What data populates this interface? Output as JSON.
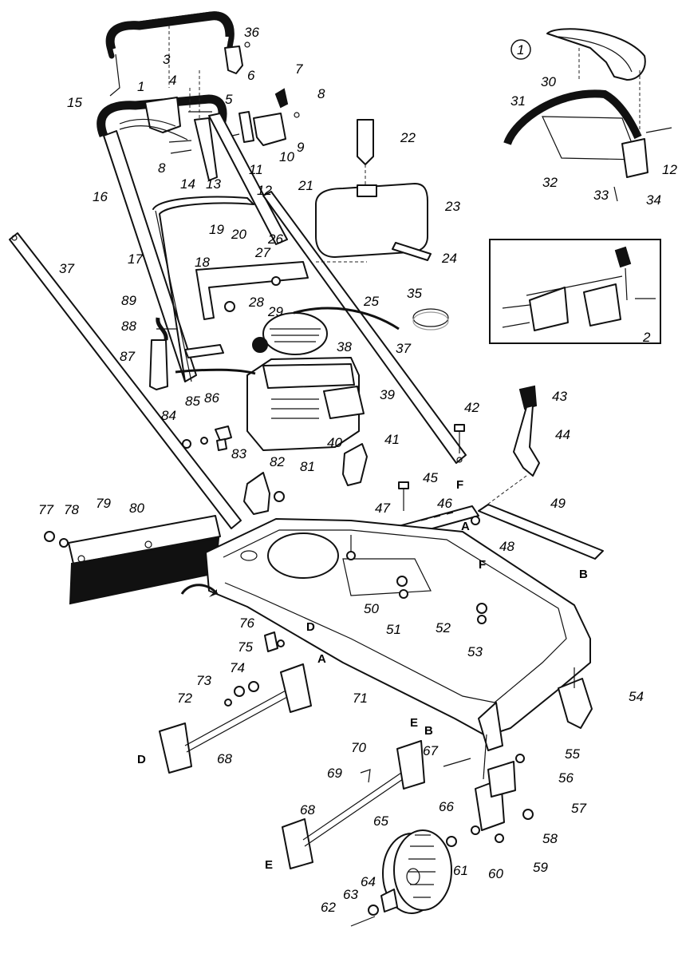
{
  "diagram": {
    "part_labels": [
      {
        "id": "p1",
        "text": "1"
      },
      {
        "id": "p3",
        "text": "3"
      },
      {
        "id": "p4",
        "text": "4"
      },
      {
        "id": "p5",
        "text": "5"
      },
      {
        "id": "p6",
        "text": "6"
      },
      {
        "id": "p7",
        "text": "7"
      },
      {
        "id": "p8a",
        "text": "8"
      },
      {
        "id": "p8b",
        "text": "8"
      },
      {
        "id": "p9",
        "text": "9"
      },
      {
        "id": "p10",
        "text": "10"
      },
      {
        "id": "p11",
        "text": "11"
      },
      {
        "id": "p12a",
        "text": "12"
      },
      {
        "id": "p12b",
        "text": "12"
      },
      {
        "id": "p13",
        "text": "13"
      },
      {
        "id": "p14",
        "text": "14"
      },
      {
        "id": "p15",
        "text": "15"
      },
      {
        "id": "p16",
        "text": "16"
      },
      {
        "id": "p17",
        "text": "17"
      },
      {
        "id": "p18",
        "text": "18"
      },
      {
        "id": "p19",
        "text": "19"
      },
      {
        "id": "p20",
        "text": "20"
      },
      {
        "id": "p21",
        "text": "21"
      },
      {
        "id": "p22",
        "text": "22"
      },
      {
        "id": "p23",
        "text": "23"
      },
      {
        "id": "p24",
        "text": "24"
      },
      {
        "id": "p25",
        "text": "25"
      },
      {
        "id": "p26",
        "text": "26"
      },
      {
        "id": "p27",
        "text": "27"
      },
      {
        "id": "p28",
        "text": "28"
      },
      {
        "id": "p29",
        "text": "29"
      },
      {
        "id": "p30",
        "text": "30"
      },
      {
        "id": "p31",
        "text": "31"
      },
      {
        "id": "p32",
        "text": "32"
      },
      {
        "id": "p33",
        "text": "33"
      },
      {
        "id": "p34",
        "text": "34"
      },
      {
        "id": "p35",
        "text": "35"
      },
      {
        "id": "p36",
        "text": "36"
      },
      {
        "id": "p37a",
        "text": "37"
      },
      {
        "id": "p37b",
        "text": "37"
      },
      {
        "id": "p38",
        "text": "38"
      },
      {
        "id": "p39",
        "text": "39"
      },
      {
        "id": "p40",
        "text": "40"
      },
      {
        "id": "p41",
        "text": "41"
      },
      {
        "id": "p42",
        "text": "42"
      },
      {
        "id": "p43",
        "text": "43"
      },
      {
        "id": "p44",
        "text": "44"
      },
      {
        "id": "p45",
        "text": "45"
      },
      {
        "id": "p46",
        "text": "46"
      },
      {
        "id": "p47",
        "text": "47"
      },
      {
        "id": "p48",
        "text": "48"
      },
      {
        "id": "p49",
        "text": "49"
      },
      {
        "id": "p50",
        "text": "50"
      },
      {
        "id": "p51",
        "text": "51"
      },
      {
        "id": "p52",
        "text": "52"
      },
      {
        "id": "p53",
        "text": "53"
      },
      {
        "id": "p54",
        "text": "54"
      },
      {
        "id": "p55",
        "text": "55"
      },
      {
        "id": "p56",
        "text": "56"
      },
      {
        "id": "p57",
        "text": "57"
      },
      {
        "id": "p58",
        "text": "58"
      },
      {
        "id": "p59",
        "text": "59"
      },
      {
        "id": "p60",
        "text": "60"
      },
      {
        "id": "p61",
        "text": "61"
      },
      {
        "id": "p62",
        "text": "62"
      },
      {
        "id": "p63",
        "text": "63"
      },
      {
        "id": "p64",
        "text": "64"
      },
      {
        "id": "p65",
        "text": "65"
      },
      {
        "id": "p66",
        "text": "66"
      },
      {
        "id": "p67",
        "text": "67"
      },
      {
        "id": "p68a",
        "text": "68"
      },
      {
        "id": "p68b",
        "text": "68"
      },
      {
        "id": "p69",
        "text": "69"
      },
      {
        "id": "p70",
        "text": "70"
      },
      {
        "id": "p71",
        "text": "71"
      },
      {
        "id": "p72",
        "text": "72"
      },
      {
        "id": "p73",
        "text": "73"
      },
      {
        "id": "p74",
        "text": "74"
      },
      {
        "id": "p75",
        "text": "75"
      },
      {
        "id": "p76",
        "text": "76"
      },
      {
        "id": "p77",
        "text": "77"
      },
      {
        "id": "p78",
        "text": "78"
      },
      {
        "id": "p79",
        "text": "79"
      },
      {
        "id": "p80",
        "text": "80"
      },
      {
        "id": "p81",
        "text": "81"
      },
      {
        "id": "p82",
        "text": "82"
      },
      {
        "id": "p83",
        "text": "83"
      },
      {
        "id": "p84",
        "text": "84"
      },
      {
        "id": "p85",
        "text": "85"
      },
      {
        "id": "p86",
        "text": "86"
      },
      {
        "id": "p87",
        "text": "87"
      },
      {
        "id": "p88",
        "text": "88"
      },
      {
        "id": "p89",
        "text": "89"
      }
    ],
    "reference_letters": [
      {
        "id": "lA1",
        "text": "A"
      },
      {
        "id": "lA2",
        "text": "A"
      },
      {
        "id": "lB1",
        "text": "B"
      },
      {
        "id": "lB2",
        "text": "B"
      },
      {
        "id": "lD1",
        "text": "D"
      },
      {
        "id": "lD2",
        "text": "D"
      },
      {
        "id": "lE1",
        "text": "E"
      },
      {
        "id": "lE2",
        "text": "E"
      },
      {
        "id": "lF1",
        "text": "F"
      },
      {
        "id": "lF2",
        "text": "F"
      }
    ],
    "inset_labels": [
      {
        "id": "i1",
        "text": "1"
      },
      {
        "id": "i2",
        "text": "2"
      }
    ]
  }
}
